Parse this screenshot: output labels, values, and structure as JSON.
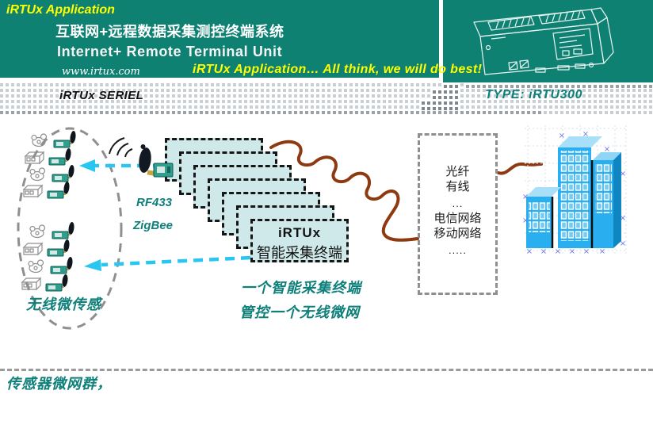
{
  "slide": {
    "header": {
      "app_title": "iRTUx Application",
      "title_cn": "互联网+远程数据采集测控终端系统",
      "title_en": "Internet+ Remote Terminal Unit",
      "website": "www.irtux.com",
      "slogan": "iRTUx Application…  All think, we will do best!",
      "background_color": "#0E8173",
      "accent_yellow": "#FFFF00",
      "device_illustration": "rtu-device-line-art"
    },
    "band": {
      "series_label": "iRTUx SERIEL",
      "type_label": "TYPE:  iRTU300",
      "type_color": "#0E7F7A"
    },
    "diagram": {
      "sensor_group_label": "无线微传感",
      "sensor_count": 8,
      "radio_labels": [
        "RF433",
        "ZigBee"
      ],
      "terminal_card": {
        "title": "iRTUx",
        "subtitle": "智能采集终端",
        "stack_count": 7,
        "fill_color": "#CFE9EA"
      },
      "network_box": {
        "lines": [
          "光纤",
          "有线",
          "...",
          "电信网络",
          "移动网络",
          "....."
        ]
      },
      "captions": [
        "一个智能采集终端",
        "管控一个无线微网"
      ],
      "colors": {
        "teal_text": "#0F7F7A",
        "link_brown": "#8E3A10",
        "arrow_cyan": "#29C6F1",
        "building_blue": "#29AEEF",
        "card_fill": "#CFE9EA"
      },
      "icons": {
        "wireless": "wifi-waves-icon",
        "antenna": "antenna-icon",
        "radio_module": "radio-module-icon",
        "sensor_fan": "fan-sensor-icon",
        "sensor_box": "chassis-sensor-icon",
        "building": "office-buildings-illustration"
      }
    },
    "footer": {
      "label": "传感器微网群，"
    }
  }
}
